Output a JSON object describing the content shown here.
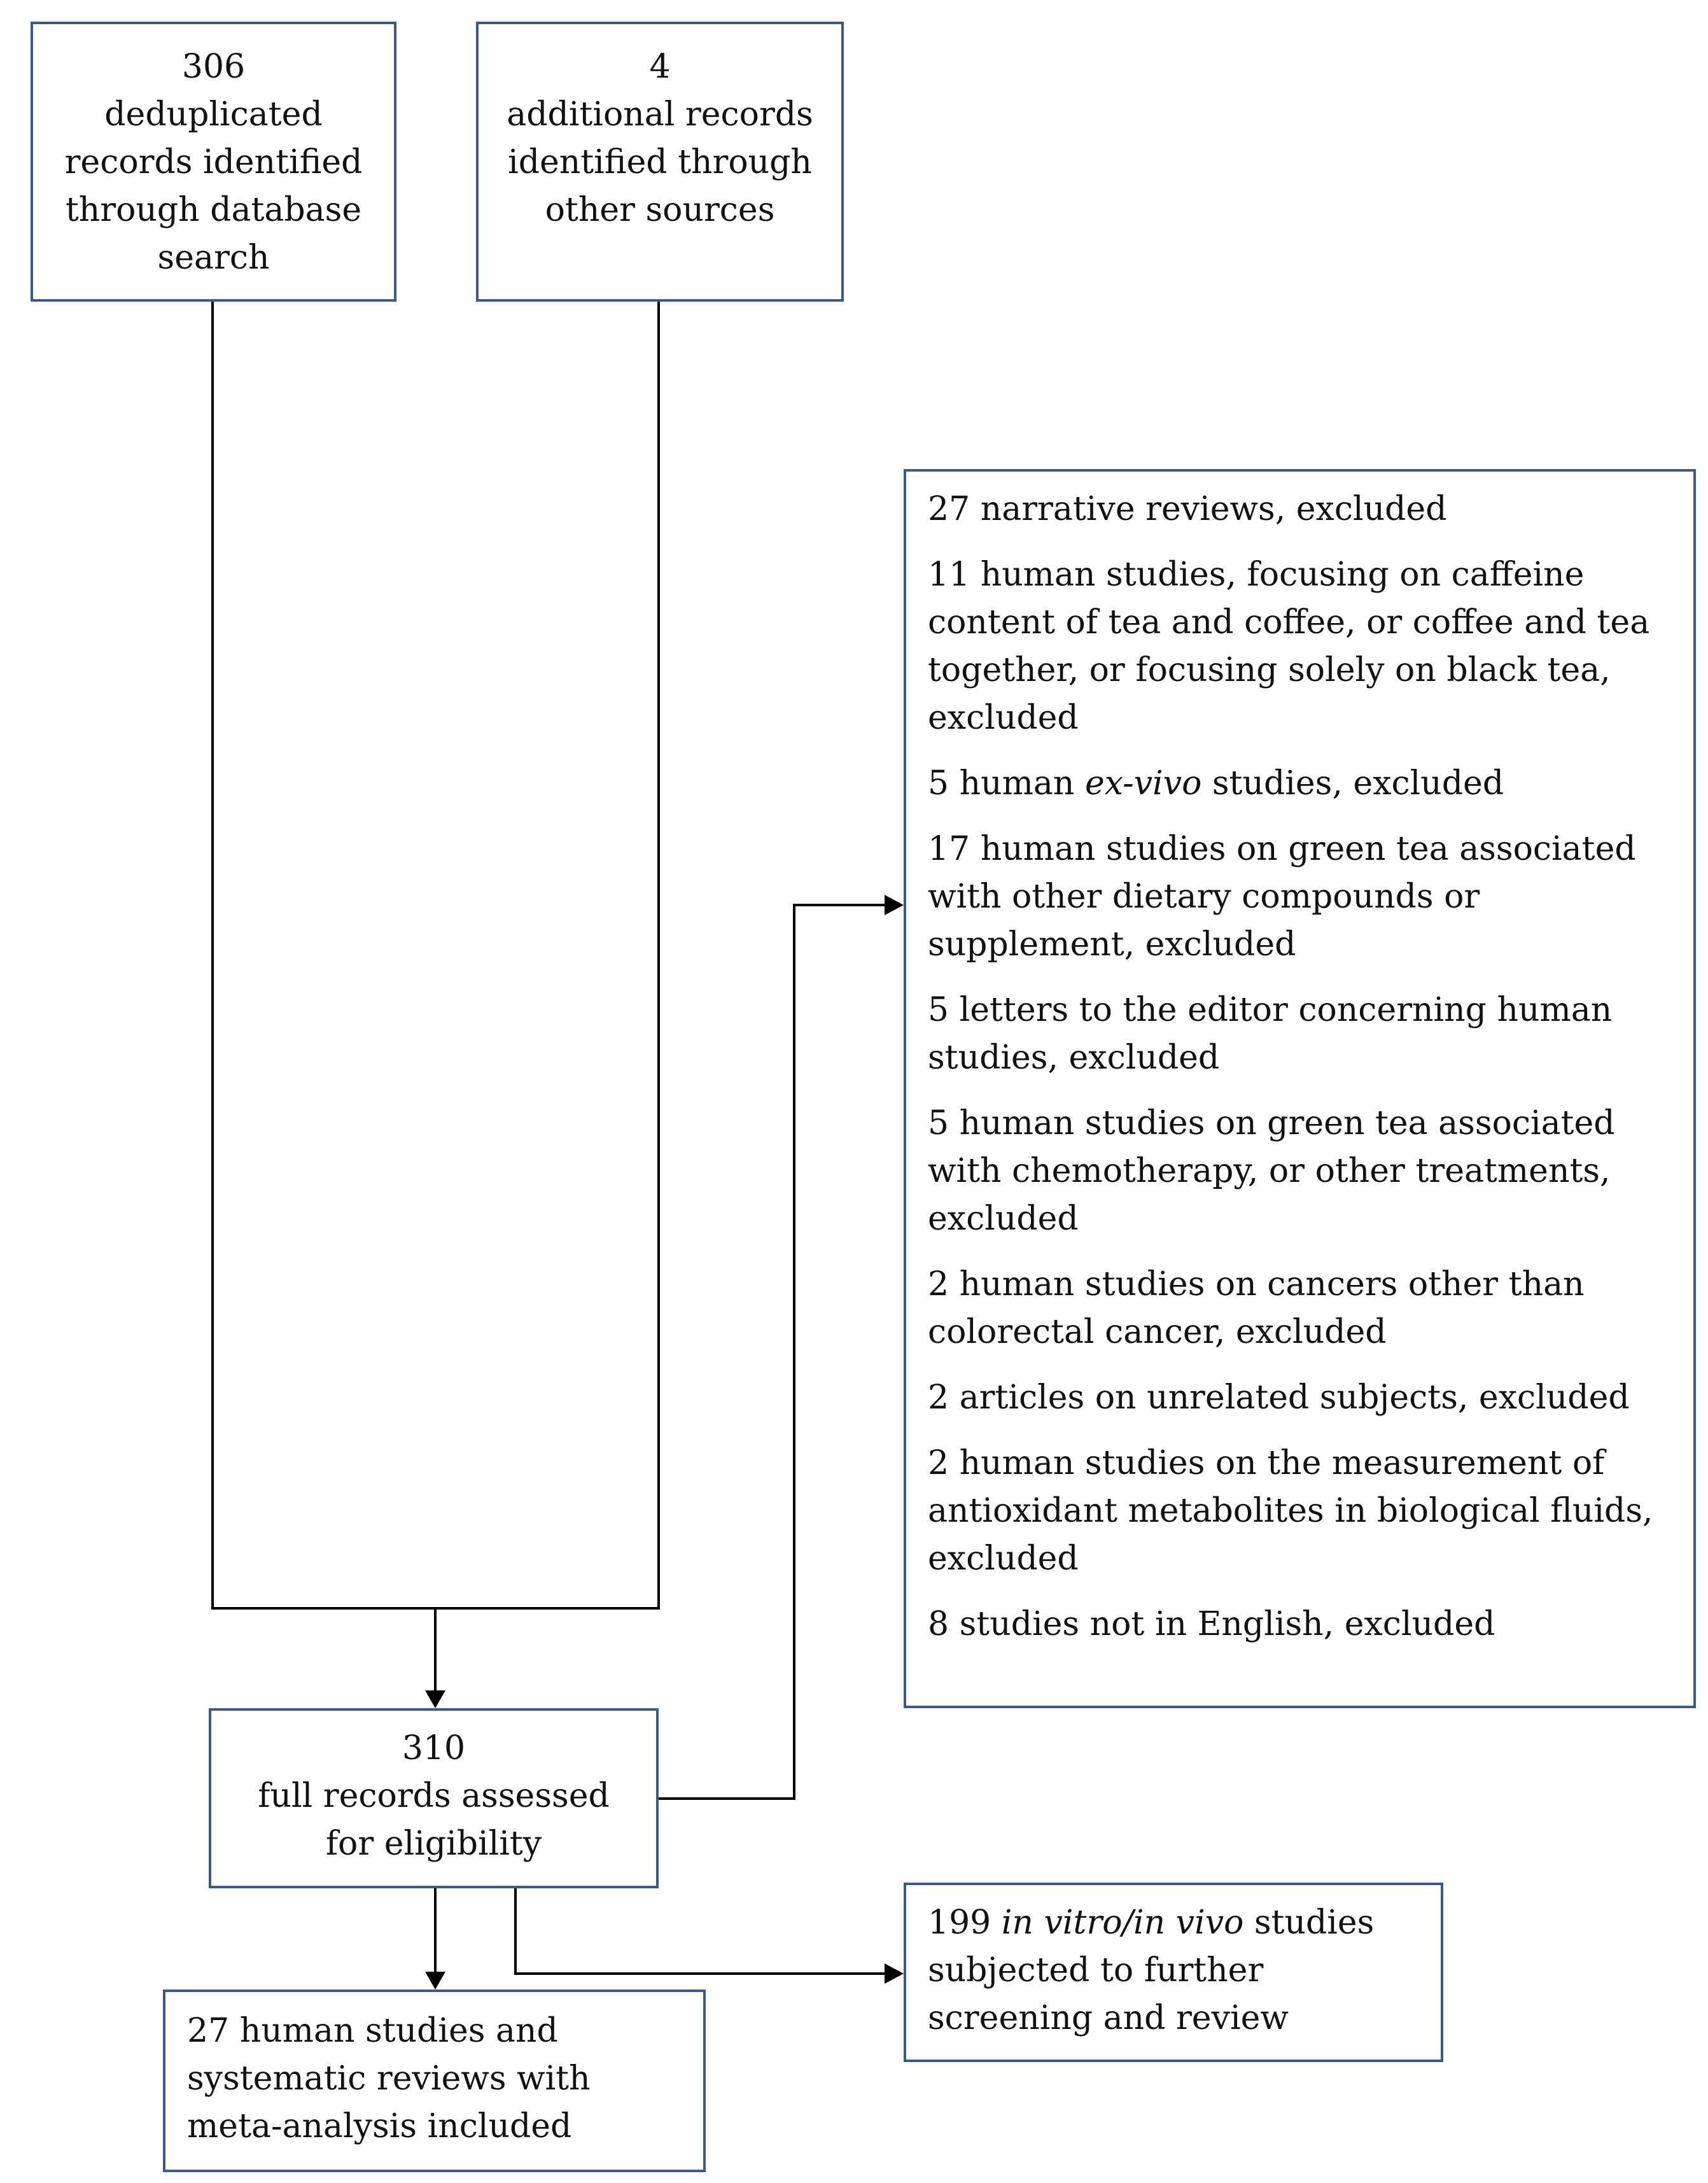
{
  "boxes": {
    "database": {
      "count": "306",
      "text": "deduplicated records identified through database search"
    },
    "other": {
      "count": "4",
      "text": "additional records identified through other sources"
    },
    "assessed": {
      "count": "310",
      "text": "full records assessed for eligibility"
    },
    "included": {
      "count": "27",
      "text": "human studies and systematic reviews with meta-analysis included"
    },
    "invitro": {
      "count": "199",
      "text_italic": "in vitro/in vivo",
      "text_after": "studies subjected to further screening and review"
    }
  },
  "exclusions": [
    {
      "count": "27",
      "text": "narrative reviews, excluded"
    },
    {
      "count": "11",
      "text": "human studies, focusing on caffeine content of tea and coffee, or coffee and tea together, or focusing solely on black tea, excluded"
    },
    {
      "count": "5",
      "text_before": "human",
      "text_italic": "ex-vivo",
      "text_after": "studies, excluded"
    },
    {
      "count": "17",
      "text": "human studies on green tea associated with other dietary compounds or supplement, excluded"
    },
    {
      "count": "5",
      "text": "letters to the editor concerning human studies, excluded"
    },
    {
      "count": "5",
      "text": "human studies on green tea associated with chemotherapy, or other treatments, excluded"
    },
    {
      "count": "2",
      "text": "human studies on cancers other than colorectal cancer, excluded"
    },
    {
      "count": "2",
      "text": "articles on unrelated subjects, excluded"
    },
    {
      "count": "2",
      "text": "human studies on the measurement of antioxidant metabolites in biological fluids, excluded"
    },
    {
      "count": "8",
      "text": "studies not in English, excluded"
    }
  ],
  "colors": {
    "box_border": "#3a5b86",
    "arrow": "#000000",
    "text": "#111111"
  }
}
